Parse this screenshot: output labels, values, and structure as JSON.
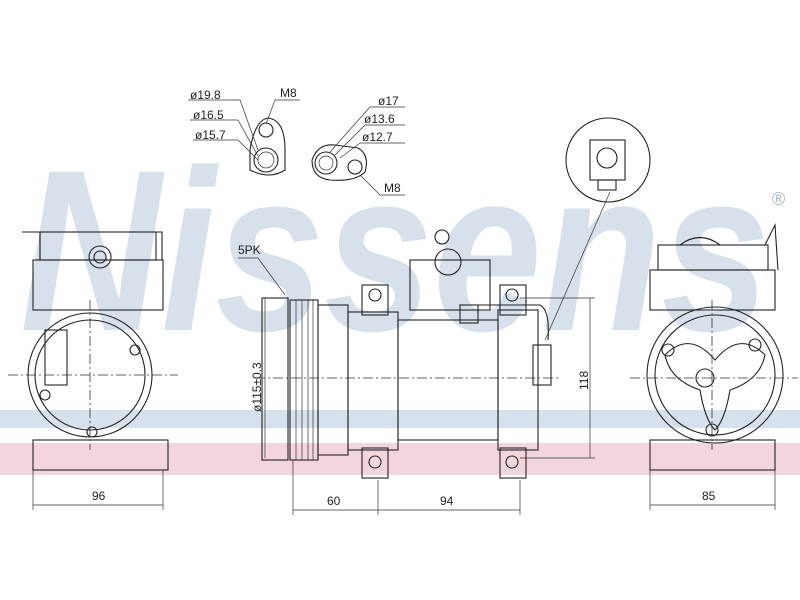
{
  "watermark": {
    "brand": "Nissens",
    "registered": "®",
    "color": "#c9d7e6"
  },
  "bands": {
    "blue": "#d5e1ec",
    "pink": "#f3d5dc"
  },
  "fitting_left": {
    "d1": "ø19.8",
    "d2": "ø16.5",
    "d3": "ø15.7",
    "thread": "M8"
  },
  "fitting_right": {
    "d1": "ø17",
    "d2": "ø13.6",
    "d3": "ø12.7",
    "thread": "M8"
  },
  "pulley": {
    "belt": "5PK",
    "diameter": "ø115±0.3"
  },
  "dimensions": {
    "left_width": "96",
    "pulley_to_mount": "60",
    "mount_spacing": "94",
    "height": "118",
    "right_width": "85"
  }
}
